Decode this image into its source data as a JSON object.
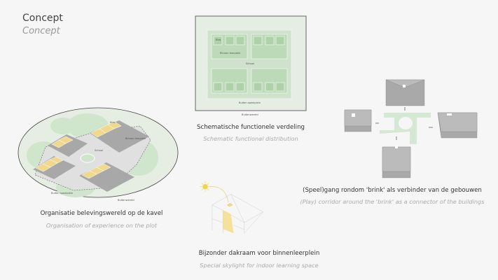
{
  "title": {
    "nl": "Concept",
    "en": "Concept"
  },
  "diagrams": {
    "plot": {
      "caption_nl": "Organisatie belevingswereld op de kavel",
      "caption_en": "Organisation of experience on the plot",
      "labels": {
        "klas": "Klas",
        "binnen": "Binnen leerplein",
        "school": "School",
        "buiten": "Buiten speelplein",
        "wereld": "Buitenwereld"
      }
    },
    "schematic": {
      "caption_nl": "Schematische functionele verdeling",
      "caption_en": "Schematic functional distribution",
      "labels": {
        "klas": "Klas",
        "binnen": "Binnen leerplein",
        "school": "School",
        "buiten": "Buiten speelplein",
        "wereld": "Buitenwereld"
      }
    },
    "corridor": {
      "caption_nl": "(Speel)gang rondom 'brink' als verbinder van de gebouwen",
      "caption_en": "(Play) corridor around the 'brink' as a connector of the buildings"
    },
    "skylight": {
      "caption_nl": "Bijzonder dakraam voor binnenleerplein",
      "caption_en": "Special skylight for indoor learning space"
    }
  },
  "colors": {
    "green": "#d5e8d3",
    "classroom": "#f0d98c",
    "building": "#a9a9a9",
    "sun": "#f5d44a"
  }
}
